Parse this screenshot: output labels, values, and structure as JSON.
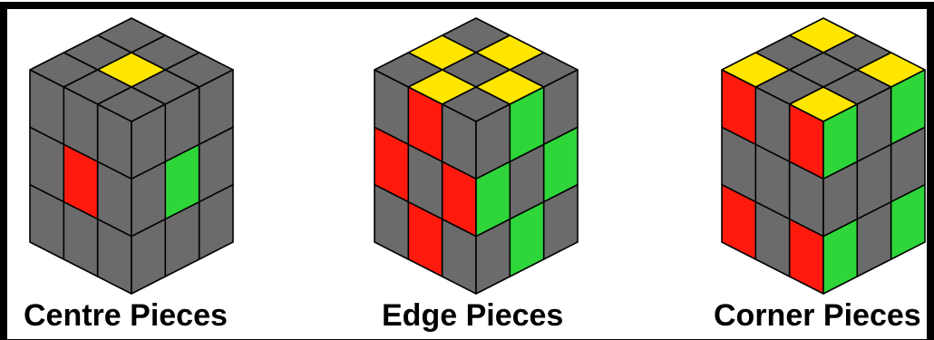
{
  "colors": {
    "base": "#6b6b6b",
    "yellow": "#ffe600",
    "red": "#ff1a0d",
    "green": "#2ed63a",
    "border": "#000000",
    "frame_outline": "#000000",
    "edge_lines": "#000000"
  },
  "cubes": [
    {
      "label": "Centre Pieces",
      "highlight": {
        "top": [
          [
            0,
            0,
            0
          ],
          [
            0,
            "yellow",
            0
          ],
          [
            0,
            0,
            0
          ]
        ],
        "left": [
          [
            0,
            0,
            0
          ],
          [
            0,
            "red",
            0
          ],
          [
            0,
            0,
            0
          ]
        ],
        "right": [
          [
            0,
            0,
            0
          ],
          [
            0,
            "green",
            0
          ],
          [
            0,
            0,
            0
          ]
        ]
      }
    },
    {
      "label": "Edge Pieces",
      "highlight": {
        "top": [
          [
            0,
            "yellow",
            0
          ],
          [
            "yellow",
            0,
            "yellow"
          ],
          [
            0,
            "yellow",
            0
          ]
        ],
        "left": [
          [
            0,
            "red",
            0
          ],
          [
            "red",
            0,
            "red"
          ],
          [
            0,
            "red",
            0
          ]
        ],
        "right": [
          [
            0,
            "green",
            0
          ],
          [
            "green",
            0,
            "green"
          ],
          [
            0,
            "green",
            0
          ]
        ]
      }
    },
    {
      "label": "Corner Pieces",
      "highlight": {
        "top": [
          [
            "yellow",
            0,
            "yellow"
          ],
          [
            0,
            0,
            0
          ],
          [
            "yellow",
            0,
            "yellow"
          ]
        ],
        "left": [
          [
            "red",
            0,
            "red"
          ],
          [
            0,
            0,
            0
          ],
          [
            "red",
            0,
            "red"
          ]
        ],
        "right": [
          [
            "green",
            0,
            "green"
          ],
          [
            0,
            0,
            0
          ],
          [
            "green",
            0,
            "green"
          ]
        ]
      }
    }
  ]
}
